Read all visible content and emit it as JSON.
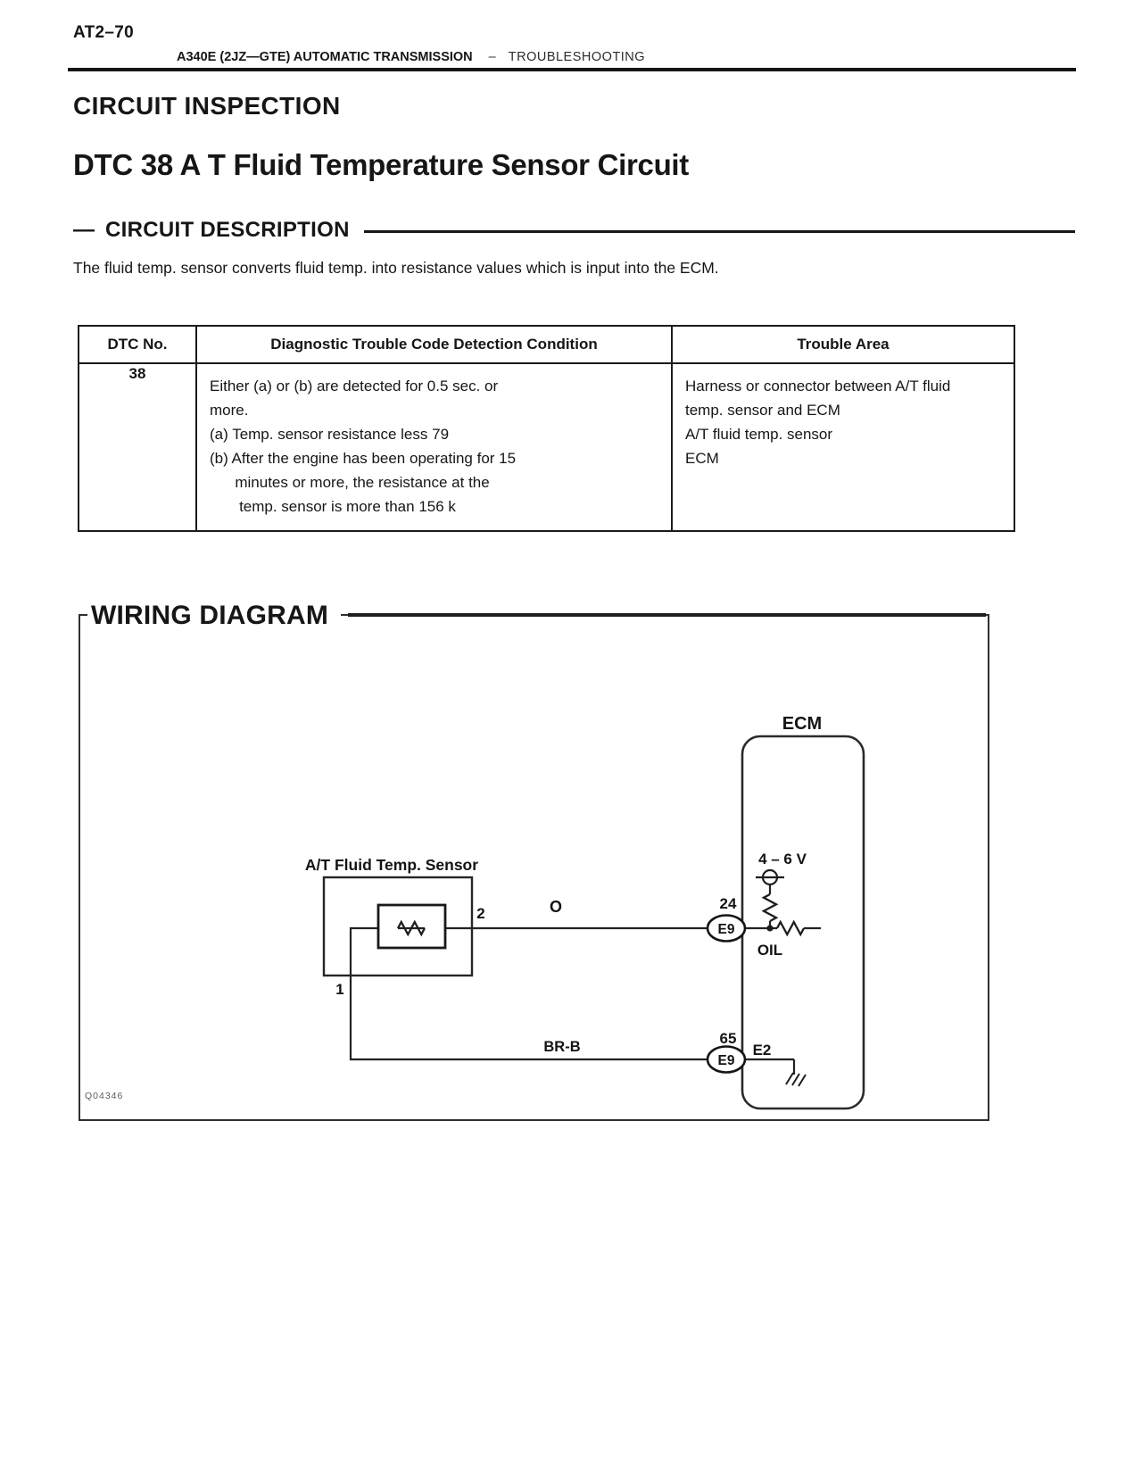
{
  "page": {
    "code": "AT2–70",
    "subtitle_bold": "A340E (2JZ—GTE) AUTOMATIC TRANSMISSION",
    "subtitle_dash": "–",
    "subtitle_light": "TROUBLESHOOTING",
    "section_title": "CIRCUIT INSPECTION",
    "dtc_title": "DTC 38 A T Fluid Temperature Sensor Circuit"
  },
  "circuit_description": {
    "dash": "—",
    "heading": "CIRCUIT DESCRIPTION",
    "body": "The fluid temp. sensor converts fluid temp. into resistance values which is input into the ECM."
  },
  "dtc_table": {
    "headers": [
      "DTC No.",
      "Diagnostic Trouble Code Detection Condition",
      "Trouble Area"
    ],
    "row": {
      "dtc_no": "38",
      "condition_lines": [
        "Either (a) or (b) are detected for 0.5 sec. or",
        "more.",
        "(a) Temp. sensor resistance less 79",
        "(b) After the engine has been operating for 15",
        "      minutes or more, the resistance at the",
        "       temp. sensor is more than 156 k"
      ],
      "trouble_lines": [
        "Harness or connector between A/T fluid",
        "temp. sensor and ECM",
        "A/T fluid temp. sensor",
        "ECM"
      ]
    }
  },
  "wiring_diagram": {
    "heading": "WIRING DIAGRAM",
    "figure_code": "Q04346",
    "labels": {
      "ecm": "ECM",
      "sensor": "A/T Fluid Temp. Sensor",
      "voltage": "4 – 6 V",
      "oil": "OIL",
      "pin2": "2",
      "pin1": "1",
      "pin24": "24",
      "pin65": "65",
      "e9_top": "E9",
      "e9_bottom": "E9",
      "e2": "E2",
      "wire_top": "O",
      "wire_bottom": "BR-B"
    }
  },
  "colors": {
    "ink": "#161616",
    "paper": "#ffffff"
  }
}
